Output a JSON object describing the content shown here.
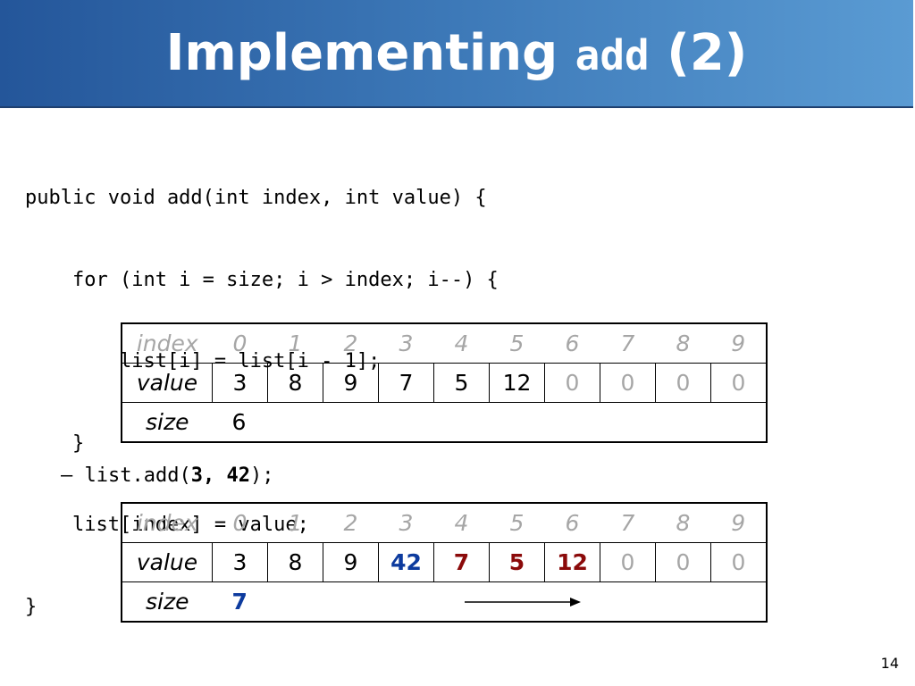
{
  "slide": {
    "title_prefix": "Implementing ",
    "title_code": "add",
    "title_suffix": " (2)",
    "page_number": "14"
  },
  "code": {
    "lines": [
      "public void add(int index, int value) {",
      "    for (int i = size; i > index; i--) {",
      "        list[i] = list[i - 1];",
      "    }",
      "    list[index] = value;",
      "}"
    ]
  },
  "bullet": {
    "dash": "– ",
    "prefix": "list.add(",
    "arg1": "3",
    "sep": ", ",
    "arg2": "42",
    "suffix": ");"
  },
  "labels": {
    "index": "index",
    "value": "value",
    "size": "size"
  },
  "table_before": {
    "indices": [
      "0",
      "1",
      "2",
      "3",
      "4",
      "5",
      "6",
      "7",
      "8",
      "9"
    ],
    "values": [
      "3",
      "8",
      "9",
      "7",
      "5",
      "12",
      "0",
      "0",
      "0",
      "0"
    ],
    "value_styles": [
      "normal",
      "normal",
      "normal",
      "normal",
      "normal",
      "normal",
      "empty",
      "empty",
      "empty",
      "empty"
    ],
    "size": "6",
    "size_style": "normal"
  },
  "table_after": {
    "indices": [
      "0",
      "1",
      "2",
      "3",
      "4",
      "5",
      "6",
      "7",
      "8",
      "9"
    ],
    "values": [
      "3",
      "8",
      "9",
      "42",
      "7",
      "5",
      "12",
      "0",
      "0",
      "0"
    ],
    "value_styles": [
      "normal",
      "normal",
      "normal",
      "blue",
      "red",
      "red",
      "red",
      "empty",
      "empty",
      "empty"
    ],
    "size": "7",
    "size_style": "blue"
  },
  "colors": {
    "title_bar_start": "#24569a",
    "title_bar_end": "#5a9bd3",
    "index_gray": "#a6a6a6",
    "inserted_blue": "#0d3b9e",
    "shifted_red": "#8b0a0a"
  },
  "icons": {
    "shift_arrow": "right-arrow-icon"
  }
}
